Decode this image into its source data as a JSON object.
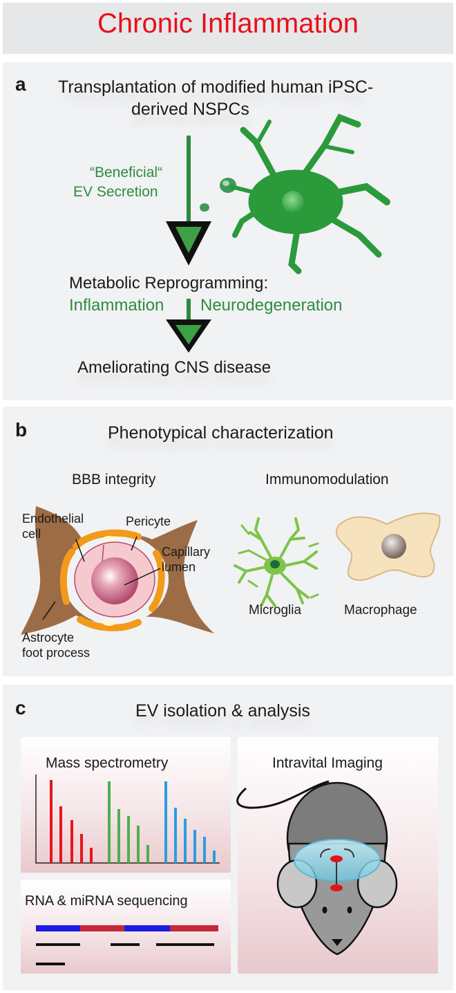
{
  "title": "Chronic Inflammation",
  "panel_a": {
    "letter": "a",
    "heading_line1": "Transplantation of modified human iPSC-",
    "heading_line2": "derived NSPCs",
    "secretion_line1": "“Beneficial“",
    "secretion_line2": "EV Secretion",
    "reprogramming": "Metabolic Reprogramming:",
    "inflammation": "Inflammation",
    "neurodegeneration": "Neurodegeneration",
    "outcome": "Ameliorating CNS disease"
  },
  "panel_b": {
    "letter": "b",
    "heading": "Phenotypical characterization",
    "bbb_title": "BBB integrity",
    "immuno_title": "Immunomodulation",
    "endothelial_line1": "Endothelial",
    "endothelial_line2": "cell",
    "pericyte": "Pericyte",
    "capillary_line1": "Capillary",
    "capillary_line2": "lumen",
    "astrocyte_line1": "Astrocyte",
    "astrocyte_line2": "foot process",
    "microglia": "Microglia",
    "macrophage": "Macrophage"
  },
  "panel_c": {
    "letter": "c",
    "heading": "EV isolation & analysis",
    "mass_spec": "Mass spectrometry",
    "rna_seq": "RNA & miRNA sequencing",
    "intravital": "Intravital Imaging"
  },
  "colors": {
    "title_red": "#e8101a",
    "green": "#2e8b3e",
    "bar_red": "#e8141c",
    "bar_green": "#4cb04c",
    "bar_blue": "#2a9de0",
    "seq_blue": "#1c1ce0",
    "seq_red": "#c4283a"
  },
  "icons": [
    "neural-stem-cell-icon",
    "ev-vesicle-icon",
    "capillary-crosssection-icon",
    "microglia-icon",
    "macrophage-icon",
    "mouse-icon"
  ]
}
